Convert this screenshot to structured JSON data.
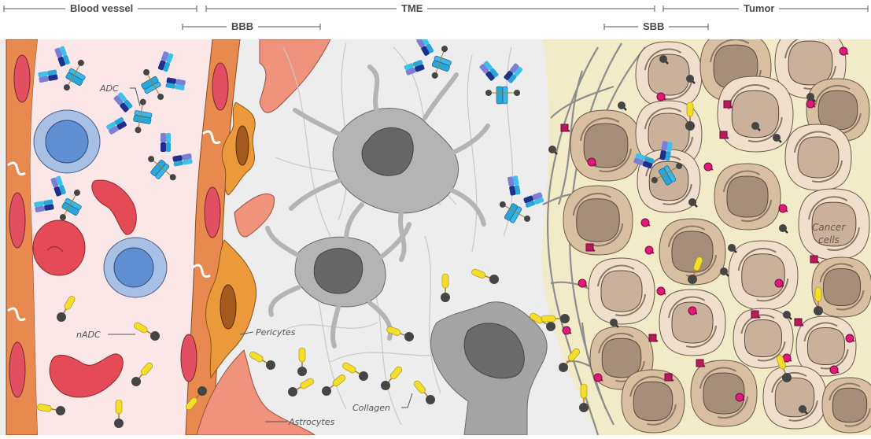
{
  "figure": {
    "regions": {
      "blood_vessel": "Blood vessel",
      "bbb": "BBB",
      "tme": "TME",
      "sbb": "SBB",
      "tumor": "Tumor"
    },
    "labels": {
      "adc": "ADC",
      "nadc": "nADC",
      "pericytes": "Pericytes",
      "astrocytes": "Astrocytes",
      "collagen": "Collagen",
      "cancer_cells_line1": "Cancer",
      "cancer_cells_line2": "cells"
    },
    "colors": {
      "vessel_lumen": "#fbe6e8",
      "endothelium": "#e8894f",
      "red_cell": "#e54b56",
      "white_cell_outer": "#a8c0e4",
      "white_cell_inner": "#5f8fd0",
      "pericyte": "#ea9a3a",
      "pericyte_nucleus": "#a35a1c",
      "astrocyte": "#f0937d",
      "tme_bg": "#ededed",
      "glia": "#b4b4b4",
      "glia_nucleus": "#666666",
      "tumor_bg": "#f2ebc7",
      "cancer_cell": "#e3d0b8",
      "cancer_nucleus": "#b29c88",
      "receptor_magenta": "#e0197a",
      "payload": "#454545",
      "linker_yellow": "#f4de2a",
      "antibody_cyan": "#29a6d8",
      "antibody_navy": "#1f2f8e",
      "antibody_violet": "#7a7fd4"
    }
  }
}
